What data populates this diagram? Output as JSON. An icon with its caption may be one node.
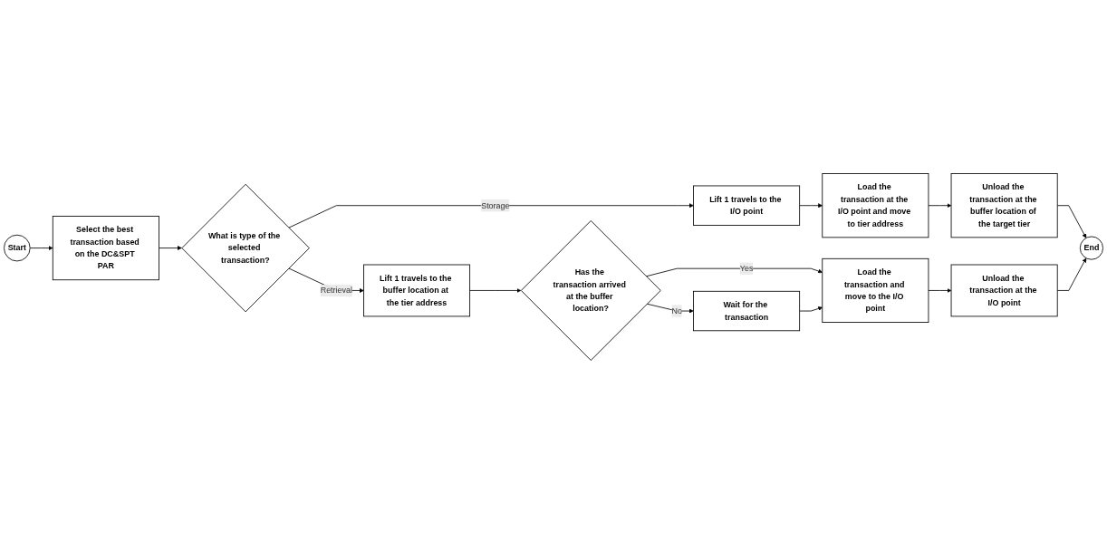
{
  "diagram": {
    "nodes": [
      {
        "text": [
          "Start"
        ]
      },
      {
        "text": [
          "Select the best transaction based on the DC&SPT PAR"
        ]
      },
      {
        "text": [
          "What is type of the selected transaction?"
        ]
      },
      {
        "text": [
          "Lift 1 travels to the I/O point"
        ]
      },
      {
        "text": [
          "Load the transaction at the I/O point and move to tier address"
        ]
      },
      {
        "text": [
          "Unload the transaction at the buffer location of the target tier"
        ]
      },
      {
        "text": [
          "End"
        ]
      },
      {
        "text": [
          "Lift 1 travels to the buffer location at the tier address"
        ]
      },
      {
        "text": [
          "Has the transaction arrived at the buffer location?"
        ]
      },
      {
        "text": [
          "Load the transaction and move to the I/O point"
        ]
      },
      {
        "text": [
          "Unload the transaction at the I/O point"
        ]
      },
      {
        "text": [
          "Wait for the transaction"
        ]
      }
    ],
    "edges": [
      {
        "from": 0,
        "to": 1,
        "arrow": "to"
      },
      {
        "from": 1,
        "to": 2,
        "arrow": "to"
      },
      {
        "from": 2,
        "to": 3,
        "arrow": "to",
        "label": "Storage"
      },
      {
        "from": 3,
        "to": 4,
        "arrow": "to"
      },
      {
        "from": 4,
        "to": 5,
        "arrow": "to"
      },
      {
        "from": 5,
        "to": 6,
        "arrow": "to"
      },
      {
        "from": 2,
        "to": 7,
        "arrow": "to",
        "label": "Retrieval"
      },
      {
        "from": 7,
        "to": 8,
        "arrow": "to"
      },
      {
        "from": 8,
        "to": 9,
        "arrow": "to",
        "label": "Yes"
      },
      {
        "from": 9,
        "to": 10,
        "arrow": "to"
      },
      {
        "from": 10,
        "to": 6,
        "arrow": "to"
      },
      {
        "from": 8,
        "to": 11,
        "arrow": "to",
        "label": "No"
      },
      {
        "from": 11,
        "to": 9,
        "arrow": "to"
      }
    ]
  }
}
